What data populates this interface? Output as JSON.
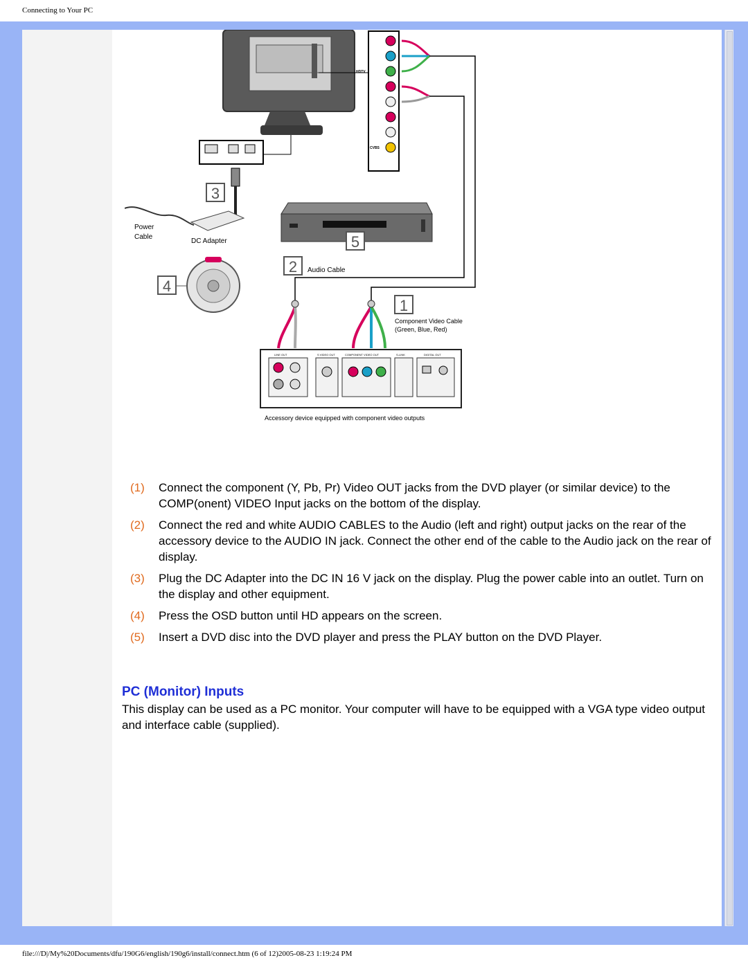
{
  "header": {
    "title": "Connecting to Your PC"
  },
  "diagram": {
    "callouts": {
      "n1": "1",
      "n2": "2",
      "n3": "3",
      "n4": "4",
      "n5": "5"
    },
    "labels": {
      "power_line1": "Power",
      "power_line2": "Cable",
      "dc_adapter": "DC Adapter",
      "audio_cable": "Audio Cable",
      "component_line1": "Component Video Cable",
      "component_line2": "(Green, Blue, Red)",
      "accessory": "Accessory device equipped with component video outputs",
      "hdtv": "HDTV",
      "cvbs": "CVBS",
      "line_out": "LINE OUT",
      "s_video_out": "S VIDEO OUT",
      "component_video_out": "COMPONENT VIDEO OUT",
      "s_link": "S-LINK",
      "digital_out": "DIGITAL OUT"
    }
  },
  "steps": [
    {
      "num": "(1)",
      "text": "Connect the component (Y, Pb, Pr) Video OUT jacks from the DVD player (or similar device) to the COMP(onent) VIDEO Input jacks on the bottom of the display."
    },
    {
      "num": "(2)",
      "text": "Connect the red and white AUDIO CABLES to the Audio (left and right) output jacks on the rear of the accessory device to the AUDIO IN jack. Connect the other end of the cable to the Audio jack on the rear of display."
    },
    {
      "num": "(3)",
      "text": "Plug the DC Adapter into the DC IN 16 V jack on the display. Plug the power cable into an outlet. Turn on the display and other equipment."
    },
    {
      "num": "(4)",
      "text": "Press the OSD button until HD appears on the screen."
    },
    {
      "num": "(5)",
      "text": "Insert a DVD disc into the DVD player and press the PLAY button on the DVD Player."
    }
  ],
  "section": {
    "title": "PC (Monitor) Inputs",
    "body": "This display can be used as a PC monitor. Your computer will have to be equipped with a VGA type video output and interface cable (supplied)."
  },
  "footer": {
    "path": "file:///D|/My%20Documents/dfu/190G6/english/190g6/install/connect.htm (6 of 12)2005-08-23 1:19:24 PM"
  }
}
